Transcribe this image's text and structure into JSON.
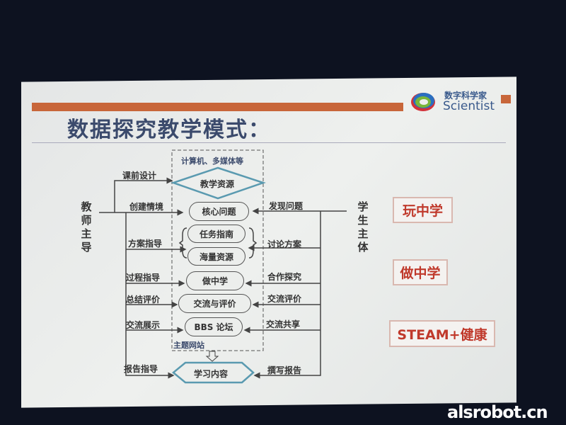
{
  "slide": {
    "title": "数据探究教学模式：",
    "logo": {
      "cn": "数字科学家",
      "en": "Scientist"
    }
  },
  "diagram": {
    "platform_label": "计算机、多媒体等",
    "resource_node": "教学资源",
    "website_label": "主题网站",
    "center_nodes": [
      "核心问题",
      "任务指南",
      "海量资源",
      "做中学",
      "交流与评价",
      "BBS 论坛"
    ],
    "output_node": "学习内容",
    "teacher_role": "教师主导",
    "student_role": "学生主体",
    "teacher_actions": [
      "课前设计",
      "创建情境",
      "方案指导",
      "过程指导",
      "总结评价",
      "交流展示",
      "报告指导"
    ],
    "student_actions": [
      "发现问题",
      "讨论方案",
      "合作探究",
      "交流评价",
      "交流共享",
      "撰写报告"
    ]
  },
  "highlights": [
    "玩中学",
    "做中学",
    "STEAM+健康"
  ],
  "watermark": "alsrobot.cn"
}
